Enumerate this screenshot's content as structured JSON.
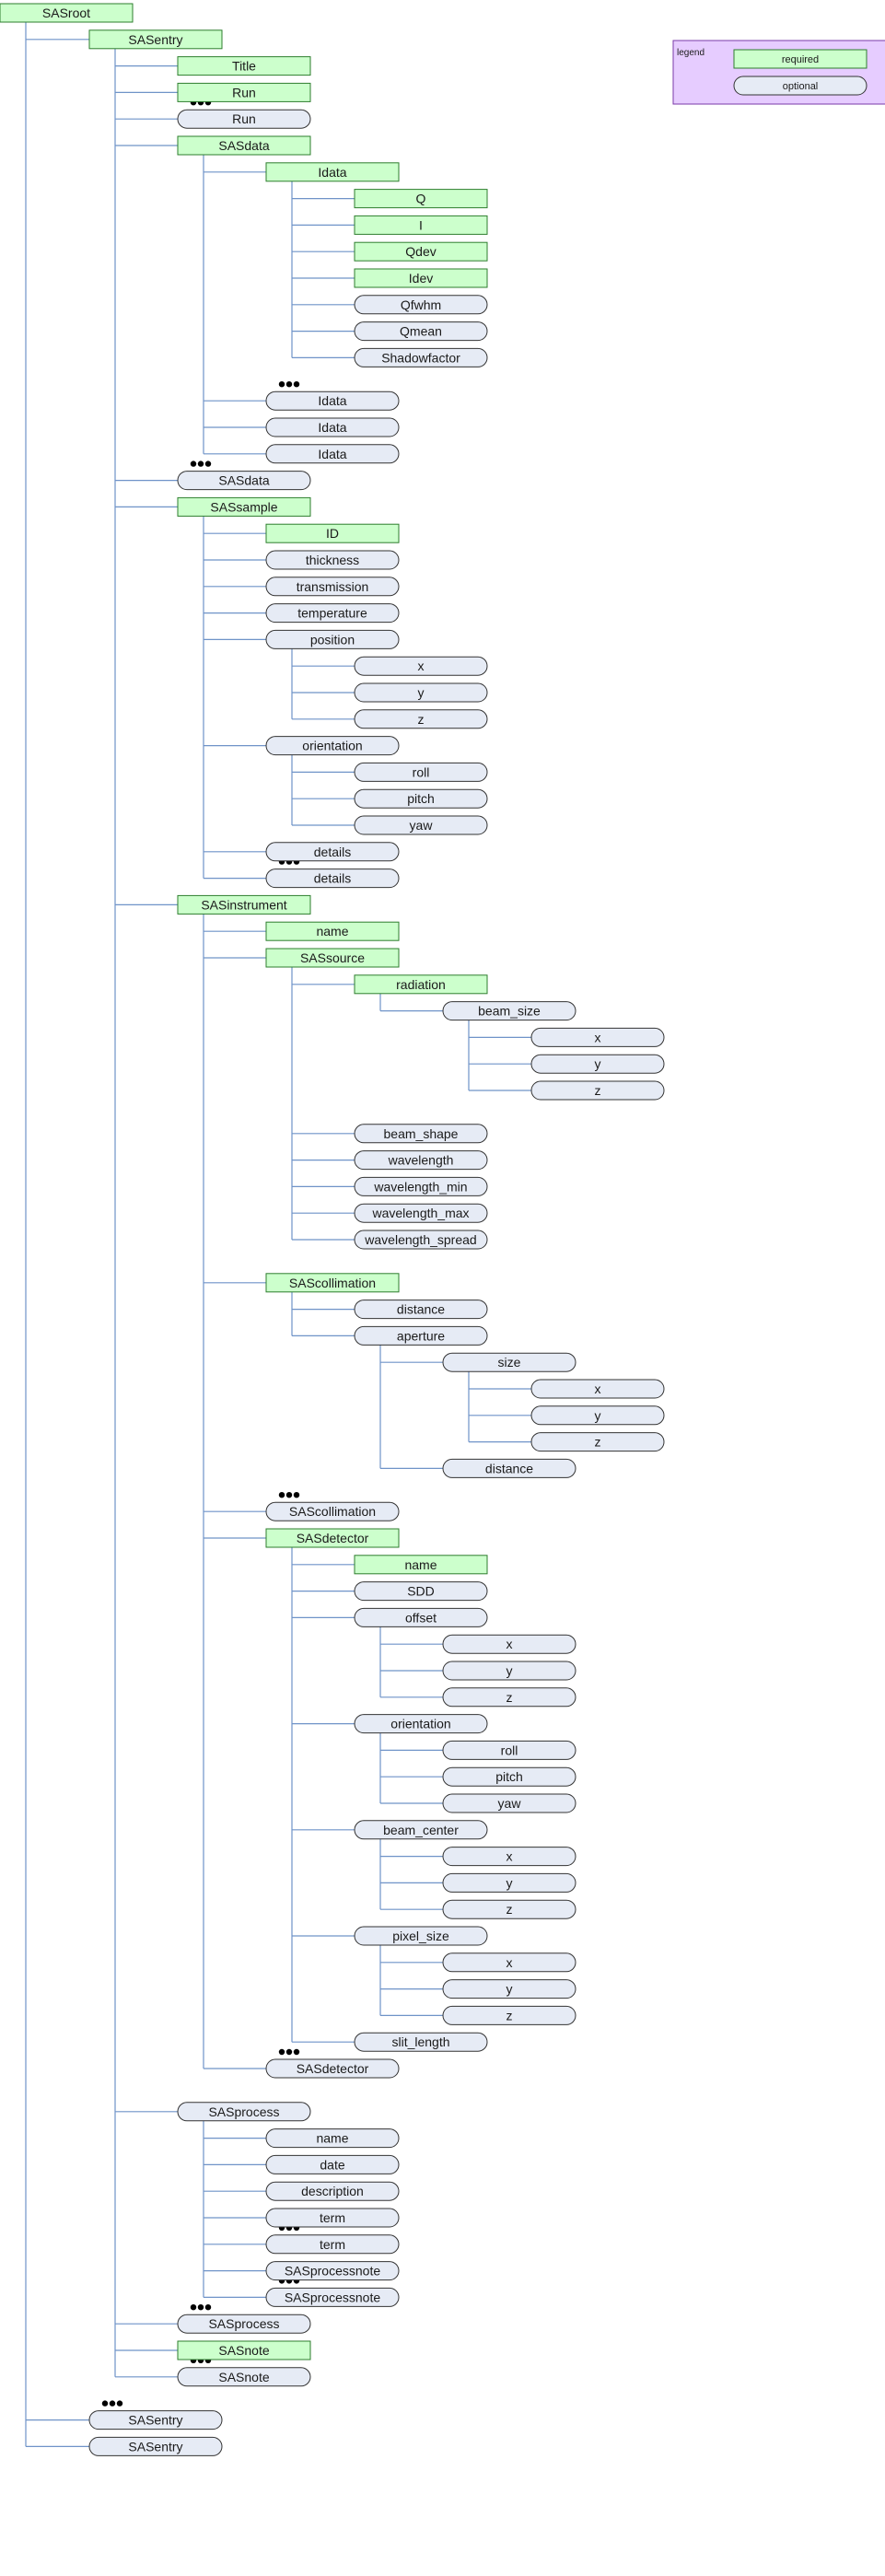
{
  "colors": {
    "required_fill": "#ccffcc",
    "required_stroke": "#2e7d2e",
    "optional_fill": "#e6ebf5",
    "optional_stroke": "#333333",
    "connector": "#6f93c8",
    "legend_fill": "#e6ccff",
    "legend_stroke": "#7a3aa8"
  },
  "legend": {
    "title": "legend",
    "required_label": "required",
    "optional_label": "optional"
  },
  "nodes": [
    {
      "level": 0,
      "label": "SASroot",
      "req": true
    },
    {
      "level": 1,
      "label": "SASentry",
      "req": true
    },
    {
      "level": 2,
      "label": "Title",
      "req": true
    },
    {
      "level": 2,
      "label": "Run",
      "req": true
    },
    {
      "level": 2,
      "label": "Run",
      "req": false,
      "more": true
    },
    {
      "level": 2,
      "label": "SASdata",
      "req": true
    },
    {
      "level": 3,
      "label": "Idata",
      "req": true
    },
    {
      "level": 4,
      "label": "Q",
      "req": true
    },
    {
      "level": 4,
      "label": "I",
      "req": true
    },
    {
      "level": 4,
      "label": "Qdev",
      "req": true
    },
    {
      "level": 4,
      "label": "Idev",
      "req": true
    },
    {
      "level": 4,
      "label": "Qfwhm",
      "req": false
    },
    {
      "level": 4,
      "label": "Qmean",
      "req": false
    },
    {
      "level": 4,
      "label": "Shadowfactor",
      "req": false
    },
    {
      "level": 3,
      "label": "Idata",
      "req": false,
      "more": true,
      "gap": true
    },
    {
      "level": 3,
      "label": "Idata",
      "req": false,
      "cont": true
    },
    {
      "level": 3,
      "label": "Idata",
      "req": false,
      "cont": true
    },
    {
      "level": 2,
      "label": "SASdata",
      "req": false,
      "more": true
    },
    {
      "level": 2,
      "label": "SASsample",
      "req": true
    },
    {
      "level": 3,
      "label": "ID",
      "req": true
    },
    {
      "level": 3,
      "label": "thickness",
      "req": false
    },
    {
      "level": 3,
      "label": "transmission",
      "req": false
    },
    {
      "level": 3,
      "label": "temperature",
      "req": false
    },
    {
      "level": 3,
      "label": "position",
      "req": false
    },
    {
      "level": 4,
      "label": "x",
      "req": false
    },
    {
      "level": 4,
      "label": "y",
      "req": false
    },
    {
      "level": 4,
      "label": "z",
      "req": false
    },
    {
      "level": 3,
      "label": "orientation",
      "req": false
    },
    {
      "level": 4,
      "label": "roll",
      "req": false
    },
    {
      "level": 4,
      "label": "pitch",
      "req": false
    },
    {
      "level": 4,
      "label": "yaw",
      "req": false
    },
    {
      "level": 3,
      "label": "details",
      "req": false
    },
    {
      "level": 3,
      "label": "details",
      "req": false,
      "more": true
    },
    {
      "level": 2,
      "label": "SASinstrument",
      "req": true
    },
    {
      "level": 3,
      "label": "name",
      "req": true
    },
    {
      "level": 3,
      "label": "SASsource",
      "req": true
    },
    {
      "level": 4,
      "label": "radiation",
      "req": true
    },
    {
      "level": 5,
      "label": "beam_size",
      "req": false
    },
    {
      "level": 6,
      "label": "x",
      "req": false
    },
    {
      "level": 6,
      "label": "y",
      "req": false
    },
    {
      "level": 6,
      "label": "z",
      "req": false
    },
    {
      "level": 4,
      "label": "beam_shape",
      "req": false,
      "gap": true
    },
    {
      "level": 4,
      "label": "wavelength",
      "req": false
    },
    {
      "level": 4,
      "label": "wavelength_min",
      "req": false
    },
    {
      "level": 4,
      "label": "wavelength_max",
      "req": false
    },
    {
      "level": 4,
      "label": "wavelength_spread",
      "req": false
    },
    {
      "level": 3,
      "label": "SAScollimation",
      "req": true,
      "gap": true
    },
    {
      "level": 4,
      "label": "distance",
      "req": false
    },
    {
      "level": 4,
      "label": "aperture",
      "req": false
    },
    {
      "level": 5,
      "label": "size",
      "req": false
    },
    {
      "level": 6,
      "label": "x",
      "req": false
    },
    {
      "level": 6,
      "label": "y",
      "req": false
    },
    {
      "level": 6,
      "label": "z",
      "req": false
    },
    {
      "level": 5,
      "label": "distance",
      "req": false
    },
    {
      "level": 3,
      "label": "SAScollimation",
      "req": false,
      "more": true,
      "gap": true
    },
    {
      "level": 3,
      "label": "SASdetector",
      "req": true
    },
    {
      "level": 4,
      "label": "name",
      "req": true
    },
    {
      "level": 4,
      "label": "SDD",
      "req": false
    },
    {
      "level": 4,
      "label": "offset",
      "req": false
    },
    {
      "level": 5,
      "label": "x",
      "req": false
    },
    {
      "level": 5,
      "label": "y",
      "req": false
    },
    {
      "level": 5,
      "label": "z",
      "req": false
    },
    {
      "level": 4,
      "label": "orientation",
      "req": false
    },
    {
      "level": 5,
      "label": "roll",
      "req": false
    },
    {
      "level": 5,
      "label": "pitch",
      "req": false
    },
    {
      "level": 5,
      "label": "yaw",
      "req": false
    },
    {
      "level": 4,
      "label": "beam_center",
      "req": false
    },
    {
      "level": 5,
      "label": "x",
      "req": false
    },
    {
      "level": 5,
      "label": "y",
      "req": false
    },
    {
      "level": 5,
      "label": "z",
      "req": false
    },
    {
      "level": 4,
      "label": "pixel_size",
      "req": false
    },
    {
      "level": 5,
      "label": "x",
      "req": false
    },
    {
      "level": 5,
      "label": "y",
      "req": false
    },
    {
      "level": 5,
      "label": "z",
      "req": false
    },
    {
      "level": 4,
      "label": "slit_length",
      "req": false
    },
    {
      "level": 3,
      "label": "SASdetector",
      "req": false,
      "more": true
    },
    {
      "level": 2,
      "label": "SASprocess",
      "req": false,
      "gap": true
    },
    {
      "level": 3,
      "label": "name",
      "req": false
    },
    {
      "level": 3,
      "label": "date",
      "req": false
    },
    {
      "level": 3,
      "label": "description",
      "req": false
    },
    {
      "level": 3,
      "label": "term",
      "req": false
    },
    {
      "level": 3,
      "label": "term",
      "req": false,
      "more": true
    },
    {
      "level": 3,
      "label": "SASprocessnote",
      "req": false
    },
    {
      "level": 3,
      "label": "SASprocessnote",
      "req": false,
      "more": true
    },
    {
      "level": 2,
      "label": "SASprocess",
      "req": false,
      "more": true
    },
    {
      "level": 2,
      "label": "SASnote",
      "req": true
    },
    {
      "level": 2,
      "label": "SASnote",
      "req": false,
      "more": true
    },
    {
      "level": 1,
      "label": "SASentry",
      "req": false,
      "more": true,
      "gap": true
    },
    {
      "level": 1,
      "label": "SASentry",
      "req": false,
      "cont": true
    }
  ]
}
